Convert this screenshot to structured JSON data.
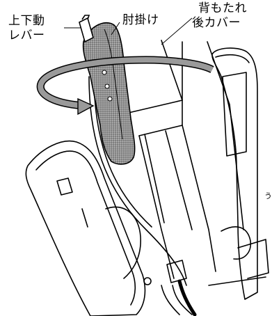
{
  "labels": {
    "lever_line1": "上下動",
    "lever_line2": "レバー",
    "armrest": "肘掛け",
    "back_cover_line1": "背もたれ",
    "back_cover_line2": "後カバー",
    "edge_char": "う"
  },
  "colors": {
    "line": "#000000",
    "armrest_fill": "#8c8c8c",
    "background": "#ffffff"
  }
}
